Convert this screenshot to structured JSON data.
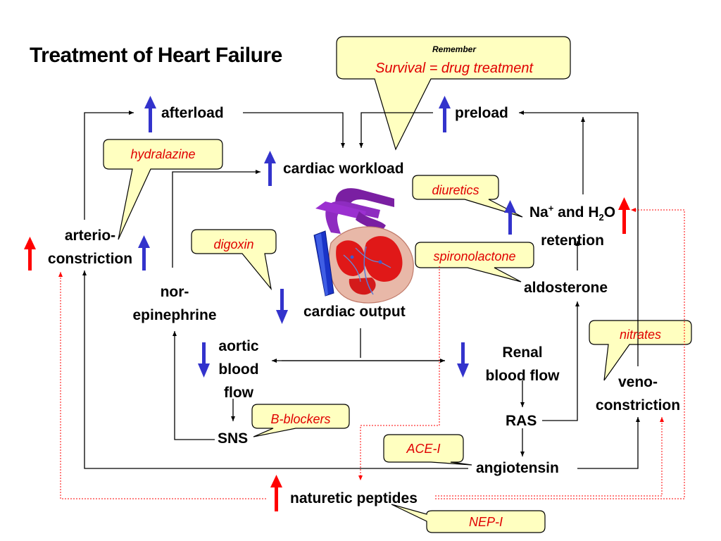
{
  "title": "Treatment of Heart Failure",
  "remember": {
    "heading": "Remember",
    "text": "Survival = drug treatment"
  },
  "nodes": {
    "afterload": "afterload",
    "preload": "preload",
    "cardiac_workload": "cardiac workload",
    "arterio_constriction": [
      "arterio-",
      "constriction"
    ],
    "nor_epinephrine": [
      "nor-",
      "epinephrine"
    ],
    "cardiac_output": "cardiac output",
    "aortic_blood_flow": [
      "aortic",
      "blood",
      "flow"
    ],
    "sns": "SNS",
    "na_h2o": {
      "na": "Na",
      "plus": "+",
      "and": " and H",
      "sub2": "2",
      "o": "O",
      "line2": "retention"
    },
    "aldosterone": "aldosterone",
    "renal_blood_flow": [
      "Renal",
      "blood flow"
    ],
    "ras": "RAS",
    "angiotensin": "angiotensin",
    "veno_constriction": [
      "veno-",
      "constriction"
    ],
    "naturetic_peptides": "naturetic peptides"
  },
  "drugs": {
    "hydralazine": "hydralazine",
    "diuretics": "diuretics",
    "digoxin": "digoxin",
    "spironolactone": "spironolactone",
    "nitrates": "nitrates",
    "b_blockers": "B-blockers",
    "ace_i": "ACE-I",
    "nep_i": "NEP-I"
  },
  "colors": {
    "callout_fill": "#ffffc0",
    "drug_text": "#e00000",
    "up_arrow_blue": "#3333cc",
    "up_arrow_red": "#ff0000",
    "down_arrow_blue": "#3333cc",
    "connector": "#000000",
    "dotted_red": "#ff0000"
  }
}
